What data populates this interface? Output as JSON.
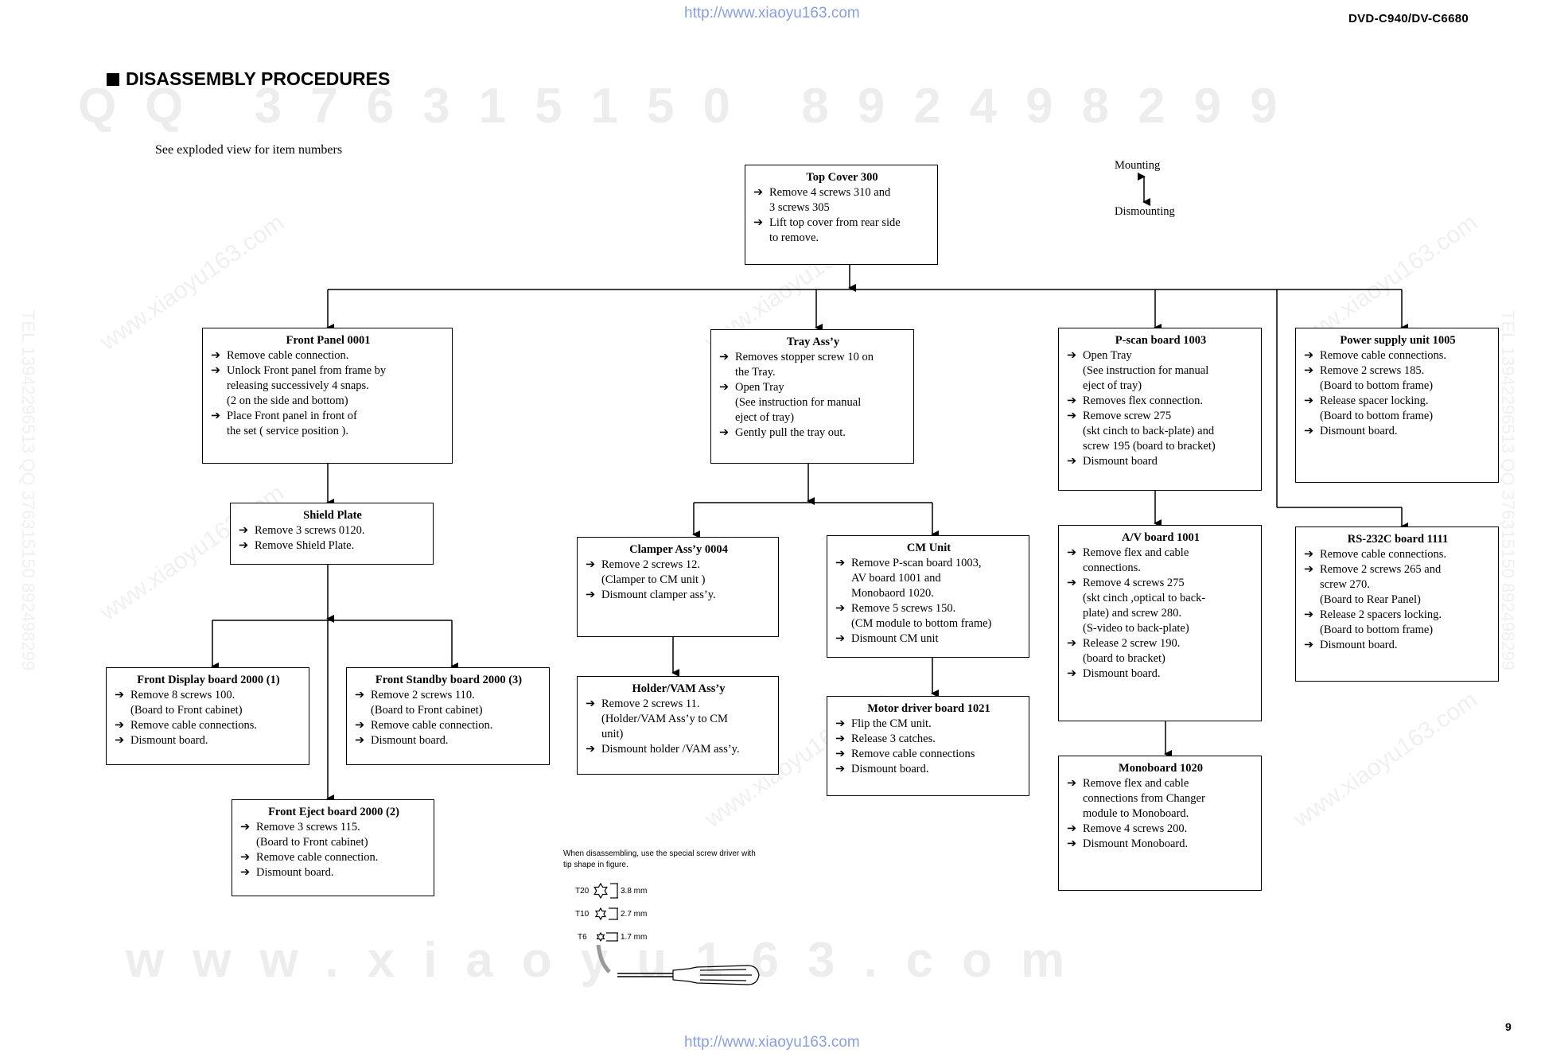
{
  "header": {
    "url_top": "http://www.xiaoyu163.com",
    "model": "DVD-C940/DV-C6680",
    "url_bottom": "http://www.xiaoyu163.com",
    "page_number": "9"
  },
  "section_title": "DISASSEMBLY PROCEDURES",
  "watermarks": {
    "qq_row": "QQ 376315150  892498299",
    "www_row": "www.xiaoyu163.com",
    "tel_side": "TEL 13942296513  QQ 376315150  892498299",
    "diag": "www.xiaoyu163.com"
  },
  "intro_note": "See exploded view for item numbers",
  "legend": {
    "mounting": "Mounting",
    "dismounting": "Dismounting"
  },
  "boxes": {
    "top_cover": {
      "title": "Top Cover 300",
      "items": [
        {
          "t": "Remove 4 screws 310 and",
          "a": true
        },
        {
          "t": "3 screws 305",
          "a": false
        },
        {
          "t": "Lift top cover from rear side",
          "a": true
        },
        {
          "t": "to remove.",
          "a": false
        }
      ]
    },
    "front_panel": {
      "title": "Front Panel  0001",
      "items": [
        {
          "t": "Remove cable connection.",
          "a": true
        },
        {
          "t": "Unlock Front panel from frame by",
          "a": true
        },
        {
          "t": "releasing successively 4 snaps.",
          "a": false
        },
        {
          "t": "(2 on the side and bottom)",
          "a": false
        },
        {
          "t": "Place Front panel in front of",
          "a": true
        },
        {
          "t": "the set ( service position ).",
          "a": false
        }
      ]
    },
    "tray": {
      "title": "Tray Ass’y",
      "items": [
        {
          "t": "Removes stopper screw 10 on",
          "a": true
        },
        {
          "t": "the Tray.",
          "a": false
        },
        {
          "t": "Open Tray",
          "a": true
        },
        {
          "t": "(See instruction for manual",
          "a": false
        },
        {
          "t": "eject of tray)",
          "a": false
        },
        {
          "t": "Gently pull the tray out.",
          "a": true
        }
      ]
    },
    "pscan": {
      "title": "P-scan board 1003",
      "items": [
        {
          "t": "Open Tray",
          "a": true
        },
        {
          "t": "(See instruction for manual",
          "a": false
        },
        {
          "t": "eject of tray)",
          "a": false
        },
        {
          "t": "Removes flex connection.",
          "a": true
        },
        {
          "t": "Remove screw 275",
          "a": true
        },
        {
          "t": "(skt cinch to back-plate) and",
          "a": false
        },
        {
          "t": "screw 195 (board to bracket)",
          "a": false
        },
        {
          "t": "Dismount board",
          "a": true
        }
      ]
    },
    "power": {
      "title": "Power supply unit 1005",
      "items": [
        {
          "t": "Remove cable connections.",
          "a": true
        },
        {
          "t": "Remove 2 screws 185.",
          "a": true
        },
        {
          "t": "(Board to bottom frame)",
          "a": false
        },
        {
          "t": "Release spacer locking.",
          "a": true
        },
        {
          "t": "(Board to bottom frame)",
          "a": false
        },
        {
          "t": "Dismount board.",
          "a": true
        }
      ]
    },
    "shield": {
      "title": "Shield Plate",
      "items": [
        {
          "t": "Remove 3 screws 0120.",
          "a": true
        },
        {
          "t": "Remove Shield Plate.",
          "a": true
        }
      ]
    },
    "clamper": {
      "title": "Clamper Ass’y 0004",
      "items": [
        {
          "t": "Remove 2 screws 12.",
          "a": true
        },
        {
          "t": "(Clamper to CM unit )",
          "a": false
        },
        {
          "t": "Dismount clamper ass’y.",
          "a": true
        }
      ]
    },
    "cm": {
      "title": "CM Unit",
      "items": [
        {
          "t": "Remove P-scan board 1003,",
          "a": true
        },
        {
          "t": "AV board 1001 and",
          "a": false
        },
        {
          "t": "Monobaord 1020.",
          "a": false
        },
        {
          "t": "Remove 5 screws 150.",
          "a": true
        },
        {
          "t": "(CM module to bottom frame)",
          "a": false
        },
        {
          "t": "Dismount CM unit",
          "a": true
        }
      ]
    },
    "av": {
      "title": "A/V board 1001",
      "items": [
        {
          "t": "Remove flex and cable",
          "a": true
        },
        {
          "t": "connections.",
          "a": false
        },
        {
          "t": "Remove 4 screws 275",
          "a": true
        },
        {
          "t": "(skt cinch ,optical to back-",
          "a": false
        },
        {
          "t": "plate) and screw 280.",
          "a": false
        },
        {
          "t": "(S-video to back-plate)",
          "a": false
        },
        {
          "t": "Release 2 screw 190.",
          "a": true
        },
        {
          "t": "(board to bracket)",
          "a": false
        },
        {
          "t": "Dismount board.",
          "a": true
        }
      ]
    },
    "rs232": {
      "title": "RS-232C board 1111",
      "items": [
        {
          "t": "Remove cable connections.",
          "a": true
        },
        {
          "t": "Remove 2 screws 265 and",
          "a": true
        },
        {
          "t": "screw 270.",
          "a": false
        },
        {
          "t": "(Board to Rear Panel)",
          "a": false
        },
        {
          "t": "Release 2 spacers locking.",
          "a": true
        },
        {
          "t": "(Board to bottom frame)",
          "a": false
        },
        {
          "t": "Dismount board.",
          "a": true
        }
      ]
    },
    "front_display": {
      "title": "Front Display board 2000 (1)",
      "items": [
        {
          "t": "Remove 8 screws 100.",
          "a": true
        },
        {
          "t": "(Board to Front cabinet)",
          "a": false
        },
        {
          "t": "Remove cable connections.",
          "a": true
        },
        {
          "t": "Dismount board.",
          "a": true
        }
      ]
    },
    "front_standby": {
      "title": "Front Standby board 2000 (3)",
      "items": [
        {
          "t": "Remove 2 screws 110.",
          "a": true
        },
        {
          "t": "(Board to Front cabinet)",
          "a": false
        },
        {
          "t": "Remove cable connection.",
          "a": true
        },
        {
          "t": "Dismount board.",
          "a": true
        }
      ]
    },
    "holder": {
      "title": "Holder/VAM Ass’y",
      "items": [
        {
          "t": "Remove 2 screws 11.",
          "a": true
        },
        {
          "t": "(Holder/VAM Ass’y to CM",
          "a": false
        },
        {
          "t": "unit)",
          "a": false
        },
        {
          "t": "Dismount holder /VAM ass’y.",
          "a": true
        }
      ]
    },
    "motor": {
      "title": "Motor driver board 1021",
      "items": [
        {
          "t": "Flip the CM unit.",
          "a": true
        },
        {
          "t": "Release 3 catches.",
          "a": true
        },
        {
          "t": "Remove cable connections",
          "a": true
        },
        {
          "t": "Dismount board.",
          "a": true
        }
      ]
    },
    "mono": {
      "title": "Monoboard    1020",
      "items": [
        {
          "t": "Remove flex and cable",
          "a": true
        },
        {
          "t": "connections from Changer",
          "a": false
        },
        {
          "t": "module to Monoboard.",
          "a": false
        },
        {
          "t": "Remove 4 screws 200.",
          "a": true
        },
        {
          "t": "Dismount Monoboard.",
          "a": true
        }
      ]
    },
    "front_eject": {
      "title": "Front Eject board 2000 (2)",
      "items": [
        {
          "t": "Remove 3 screws 115.",
          "a": true
        },
        {
          "t": "(Board to Front cabinet)",
          "a": false
        },
        {
          "t": "Remove cable connection.",
          "a": true
        },
        {
          "t": "Dismount board.",
          "a": true
        }
      ]
    }
  },
  "screwdriver_note": {
    "line1": "When disassembling, use the special screw driver with",
    "line2": "tip shape in figure.",
    "tips": [
      {
        "name": "T20",
        "size": "3.8 mm"
      },
      {
        "name": "T10",
        "size": "2.7 mm"
      },
      {
        "name": "T6",
        "size": "1.7 mm"
      }
    ]
  },
  "arrow_glyph": "➔",
  "icons": {
    "legend": "double-arrow-icon",
    "tip": "torx-star-icon",
    "tool": "screwdriver-icon"
  }
}
